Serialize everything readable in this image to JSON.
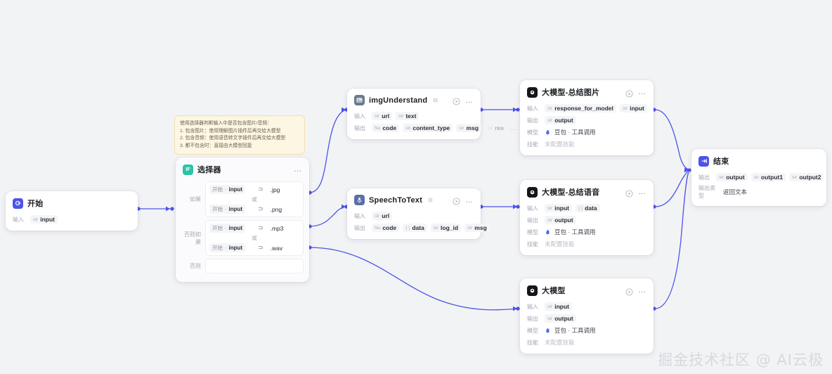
{
  "canvas": {
    "background": "#f2f3f5",
    "accent": "#4d53e8"
  },
  "watermark": "掘金技术社区 @ AI云极",
  "comment": {
    "lines": [
      "使用选择器判断输入中是否包含图片/音频：",
      "1. 包含图片：使用理解图片插件后再交给大模型",
      "2. 包含音频：使用语音转文字插件后再交给大模型",
      "3. 都不包含时：直接由大模型回复"
    ]
  },
  "nodes": {
    "start": {
      "title": "开始",
      "icon": "start-icon",
      "rows": [
        {
          "label": "输入",
          "chips": [
            {
              "type": "str",
              "name": "input"
            }
          ]
        }
      ]
    },
    "selector": {
      "title": "选择器",
      "icon": "if-icon",
      "menu": "…",
      "branches": [
        {
          "label": "如果",
          "conditions": [
            {
              "ref_source": "开始",
              "ref_field": "input",
              "operator": "⊃",
              "value": ".jpg"
            },
            {
              "ref_source": "开始",
              "ref_field": "input",
              "operator": "⊃",
              "value": ".png"
            }
          ],
          "join": "或"
        },
        {
          "label": "否则如果",
          "conditions": [
            {
              "ref_source": "开始",
              "ref_field": "input",
              "operator": "⊃",
              "value": ".mp3"
            },
            {
              "ref_source": "开始",
              "ref_field": "input",
              "operator": "⊃",
              "value": ".wav"
            }
          ],
          "join": "或"
        },
        {
          "label": "否则",
          "conditions": [],
          "join": ""
        }
      ]
    },
    "img_understand": {
      "title": "imgUnderstand",
      "icon": "plugin-img-icon",
      "rows": [
        {
          "label": "输入",
          "chips": [
            {
              "type": "str",
              "name": "url"
            },
            {
              "type": "str",
              "name": "text"
            }
          ]
        },
        {
          "label": "输出",
          "chips": [
            {
              "type": "Nu",
              "name": "code"
            },
            {
              "type": "str",
              "name": "content_type"
            },
            {
              "type": "str",
              "name": "msg"
            },
            {
              "type": "str",
              "name": "res",
              "ghost": true
            }
          ],
          "more": "…"
        }
      ]
    },
    "speech_to_text": {
      "title": "SpeechToText",
      "icon": "plugin-audio-icon",
      "rows": [
        {
          "label": "输入",
          "chips": [
            {
              "type": "str",
              "name": "url"
            }
          ]
        },
        {
          "label": "输出",
          "chips": [
            {
              "type": "Nu",
              "name": "code"
            },
            {
              "type": "{ }",
              "name": "data"
            },
            {
              "type": "str",
              "name": "log_id"
            },
            {
              "type": "str",
              "name": "msg"
            }
          ]
        }
      ]
    },
    "llm_image": {
      "title": "大模型-总结图片",
      "icon": "llm-icon",
      "rows": [
        {
          "label": "输入",
          "chips": [
            {
              "type": "str",
              "name": "response_for_model"
            },
            {
              "type": "str",
              "name": "input"
            }
          ]
        },
        {
          "label": "输出",
          "chips": [
            {
              "type": "str",
              "name": "output"
            }
          ]
        }
      ],
      "model_label": "模型",
      "model_value": "豆包 · 工具调用",
      "skill_label": "技能",
      "skill_value": "未配置技能"
    },
    "llm_audio": {
      "title": "大模型-总结语音",
      "icon": "llm-icon",
      "rows": [
        {
          "label": "输入",
          "chips": [
            {
              "type": "str",
              "name": "input"
            },
            {
              "type": "{ }",
              "name": "data"
            }
          ]
        },
        {
          "label": "输出",
          "chips": [
            {
              "type": "str",
              "name": "output"
            }
          ]
        }
      ],
      "model_label": "模型",
      "model_value": "豆包 · 工具调用",
      "skill_label": "技能",
      "skill_value": "未配置技能"
    },
    "llm_plain": {
      "title": "大模型",
      "icon": "llm-icon",
      "rows": [
        {
          "label": "输入",
          "chips": [
            {
              "type": "str",
              "name": "input"
            }
          ]
        },
        {
          "label": "输出",
          "chips": [
            {
              "type": "str",
              "name": "output"
            }
          ]
        }
      ],
      "model_label": "模型",
      "model_value": "豆包 · 工具调用",
      "skill_label": "技能",
      "skill_value": "未配置技能"
    },
    "end": {
      "title": "结束",
      "icon": "end-icon",
      "rows": [
        {
          "label": "输出",
          "chips": [
            {
              "type": "str",
              "name": "output"
            },
            {
              "type": "str",
              "name": "output1"
            },
            {
              "type": "str",
              "name": "output2"
            }
          ]
        }
      ],
      "mode_label": "输出类型",
      "mode_value": "返回文本"
    }
  }
}
